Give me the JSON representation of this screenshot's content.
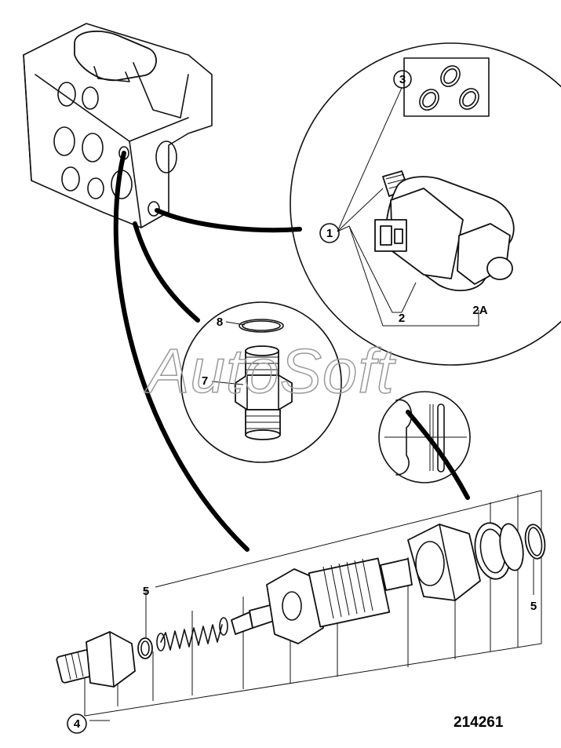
{
  "watermark": "AutoSoft",
  "figure_number": "214261",
  "callouts": {
    "c1": "1",
    "c2": "2",
    "c2a": "2A",
    "c3": "3",
    "c4": "4",
    "c5_left": "5",
    "c5_right": "5",
    "c7": "7",
    "c8": "8"
  }
}
